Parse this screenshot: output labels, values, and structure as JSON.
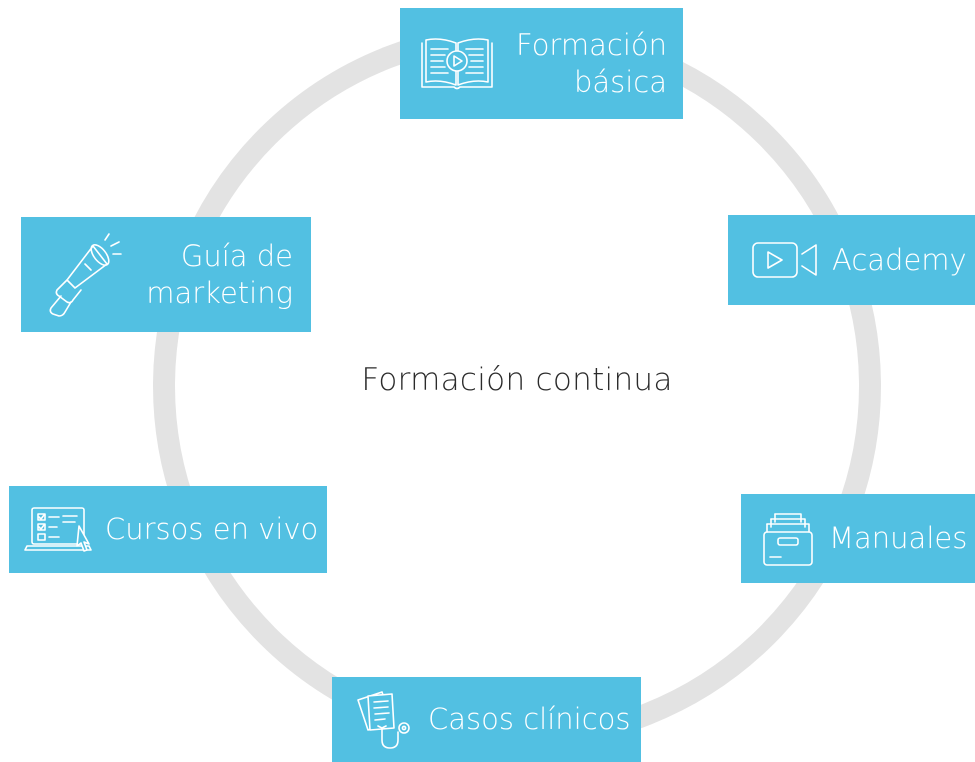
{
  "diagram": {
    "center_label": "Formación continua",
    "colors": {
      "box": "#52c0e2",
      "box_text": "#ffffff",
      "ring": "#e3e3e3",
      "center_text": "#2b2b2b"
    },
    "nodes": {
      "formacion_basica": {
        "lines": [
          "Formación",
          "básica"
        ],
        "icon": "book-play-icon"
      },
      "academy": {
        "label": "Academy",
        "icon": "video-camera-icon"
      },
      "manuales": {
        "label": "Manuales",
        "icon": "archive-box-icon"
      },
      "casos_clinicos": {
        "label": "Casos clínicos",
        "icon": "clinical-documents-stethoscope-icon"
      },
      "cursos_en_vivo": {
        "label": "Cursos en vivo",
        "icon": "laptop-checklist-icon"
      },
      "guia_marketing": {
        "lines": [
          "Guía de",
          "marketing"
        ],
        "icon": "megaphone-icon"
      }
    }
  }
}
